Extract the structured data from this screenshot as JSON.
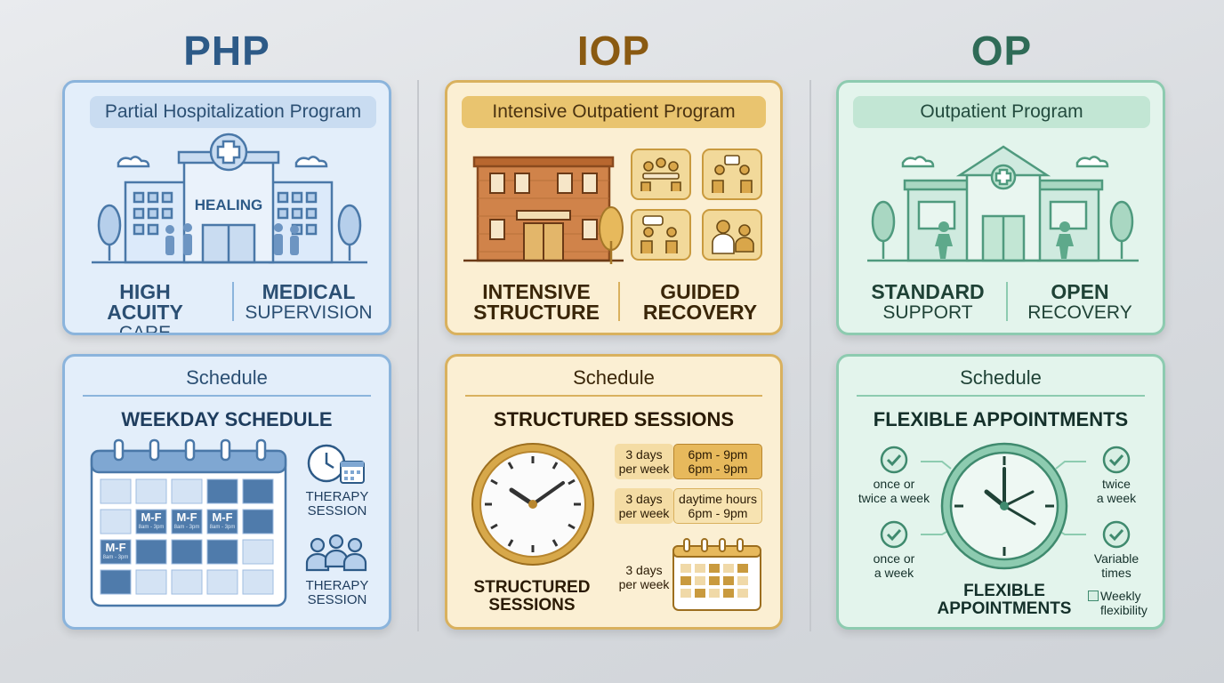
{
  "columns": {
    "php": {
      "title": "PHP",
      "program": "Partial Hospitalization Program",
      "building_sign": "HEALING",
      "labels": [
        {
          "line1": "HIGH ACUITY",
          "line2": "CARE"
        },
        {
          "line1": "MEDICAL",
          "line2": "SUPERVISION"
        }
      ],
      "schedule": {
        "heading": "Schedule",
        "title": "WEEKDAY SCHEDULE",
        "calendar_cell": "M-F",
        "calendar_sub": "8am - 3pm",
        "items": [
          "THERAPY SESSION",
          "THERAPY SESSION"
        ]
      }
    },
    "iop": {
      "title": "IOP",
      "program": "Intensive Outpatient Program",
      "labels": [
        {
          "line1": "INTENSIVE",
          "line2": "STRUCTURE"
        },
        {
          "line1": "GUIDED",
          "line2": "RECOVERY"
        }
      ],
      "schedule": {
        "heading": "Schedule",
        "title": "STRUCTURED SESSIONS",
        "clock_caption": {
          "line1": "STRUCTURED",
          "line2": "SESSIONS"
        },
        "rows": [
          {
            "days": "3 days",
            "freq": "per week",
            "time1": "6pm - 9pm",
            "time2": "6pm - 9pm"
          },
          {
            "days": "3 days",
            "freq": "per week",
            "time1": "daytime hours",
            "time2": "6pm - 9pm"
          },
          {
            "days": "3 days",
            "freq": "per week"
          }
        ]
      }
    },
    "op": {
      "title": "OP",
      "program": "Outpatient Program",
      "labels": [
        {
          "line1": "STANDARD",
          "line2": "SUPPORT"
        },
        {
          "line1": "OPEN",
          "line2": "RECOVERY"
        }
      ],
      "schedule": {
        "heading": "Schedule",
        "title": "FLEXIBLE APPOINTMENTS",
        "options": [
          {
            "line1": "once or",
            "line2": "twice a week"
          },
          {
            "line1": "twice",
            "line2": "a week"
          },
          {
            "line1": "once or",
            "line2": "a week"
          },
          {
            "line1": "Variable",
            "line2": "times"
          }
        ],
        "clock_caption": {
          "line1": "FLEXIBLE",
          "line2": "APPOINTMENTS"
        },
        "legend": {
          "line1": "Weekly",
          "line2": "flexibility"
        }
      }
    }
  },
  "colors": {
    "php_dark": "#2d5a87",
    "php_bg": "#e3eefa",
    "php_border": "#8bb4dc",
    "iop_dark": "#8a5a12",
    "iop_bg": "#fbefd3",
    "iop_border": "#d9b15e",
    "op_dark": "#2f6b57",
    "op_bg": "#e3f4ec",
    "op_border": "#8dcbb0"
  }
}
